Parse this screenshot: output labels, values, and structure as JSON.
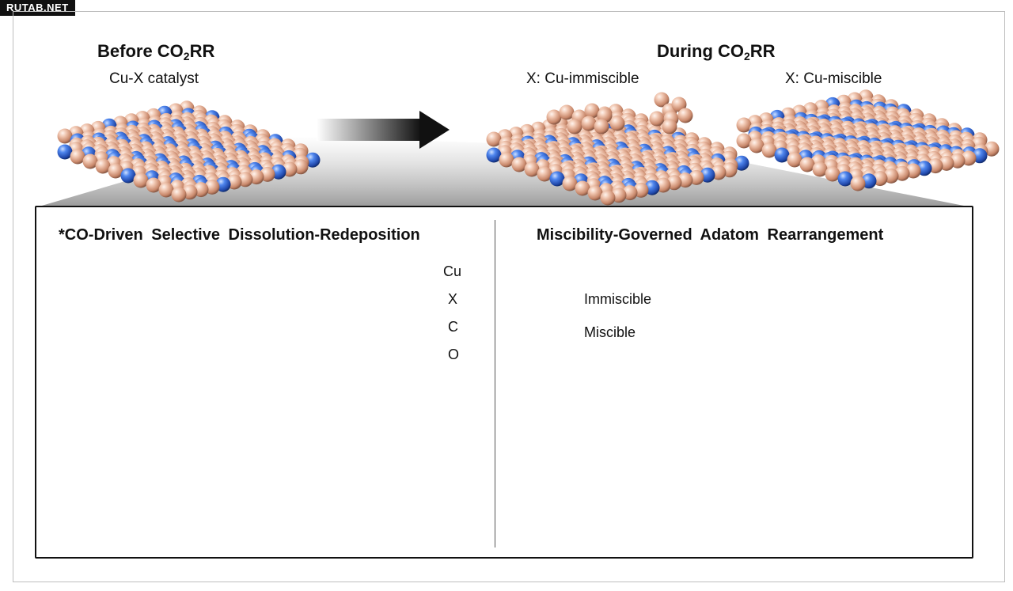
{
  "watermark": "RUTAB.NET",
  "header": {
    "before_title": "Before CO",
    "before_title_sub": "2",
    "before_title_end": "RR",
    "before_subtitle": "Cu-X catalyst",
    "during_title": "During CO",
    "during_title_sub": "2",
    "during_title_end": "RR",
    "immiscible_label": "X: Cu-immiscible",
    "miscible_label": "X: Cu-miscible"
  },
  "left_panel": {
    "title": "*CO-Driven Selective Dissolution-Redeposition",
    "legend": [
      {
        "label": "Cu",
        "color": "#e8b49c"
      },
      {
        "label": "X",
        "color": "#3a6fd8"
      },
      {
        "label": "C",
        "color": "#111111"
      },
      {
        "label": "O",
        "color": "#e01010"
      }
    ]
  },
  "right_panel": {
    "title": "Miscibility-Governed Adatom Rearrangement",
    "legend": [
      {
        "label": "Immiscible",
        "color": "#7dbb3c"
      },
      {
        "label": "Miscible",
        "color": "#f2b233"
      }
    ]
  },
  "colors": {
    "cu": "#e8b49c",
    "x": "#3a6fd8",
    "c": "#111111",
    "o": "#e01010"
  }
}
